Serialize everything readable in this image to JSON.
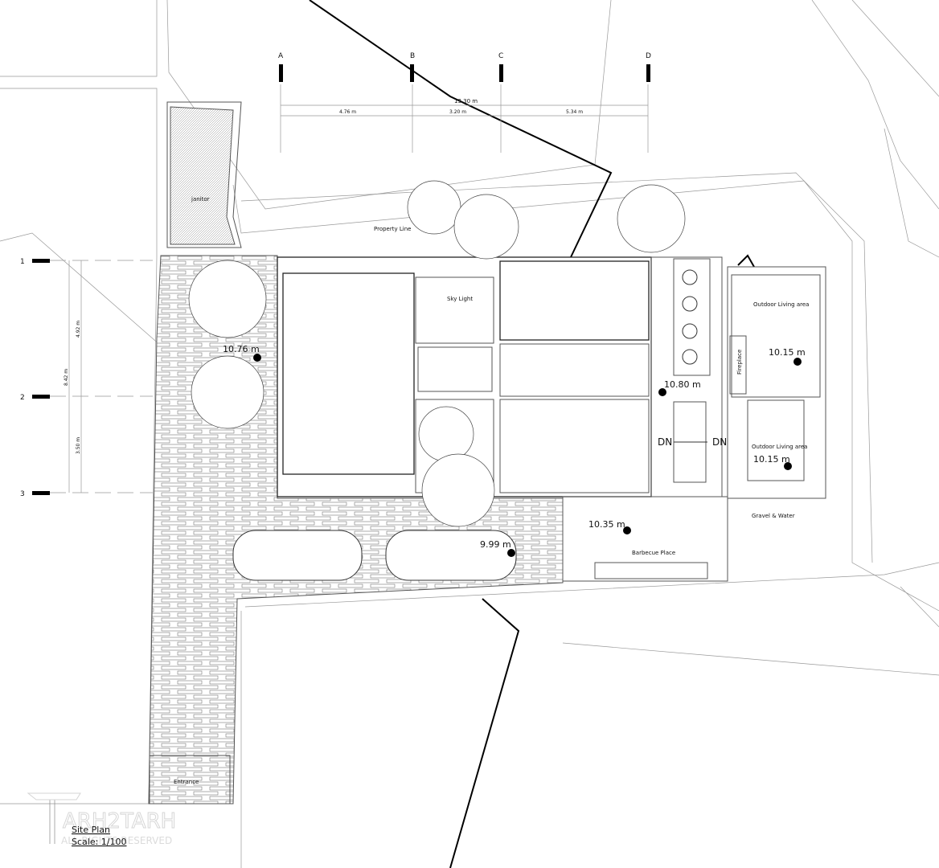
{
  "drawing": {
    "title": "Site Plan",
    "scale": "Scale: 1/100",
    "watermark": {
      "brand": "ARH2TARH",
      "rights": "ALL RIGHTS RESERVED"
    }
  },
  "grid_x": {
    "labels": [
      "A",
      "B",
      "C",
      "D"
    ],
    "total": "13.30 m",
    "spans": [
      "4.76 m",
      "3.20 m",
      "5.34 m"
    ]
  },
  "grid_y": {
    "labels": [
      "1",
      "2",
      "3"
    ],
    "total": "8.42 m",
    "spans": [
      "4.92 m",
      "3.50 m"
    ]
  },
  "rooms": {
    "janitor": "janitor",
    "property_line": "Property Line",
    "sky_light": "Sky Light",
    "outdoor_living_1": "Outdoor Living area",
    "outdoor_living_2": "Outdoor Living area",
    "fireplace": "Fireplace",
    "gravel_water": "Gravel & Water",
    "barbecue": "Barbecue Place",
    "entrance": "Entrance",
    "dn_1": "DN",
    "dn_2": "DN"
  },
  "levels": {
    "l1": "10.76 m",
    "l2": "10.80 m",
    "l3": "10.15 m",
    "l4": "10.15 m",
    "l5": "10.35 m",
    "l6": "9.99 m"
  }
}
